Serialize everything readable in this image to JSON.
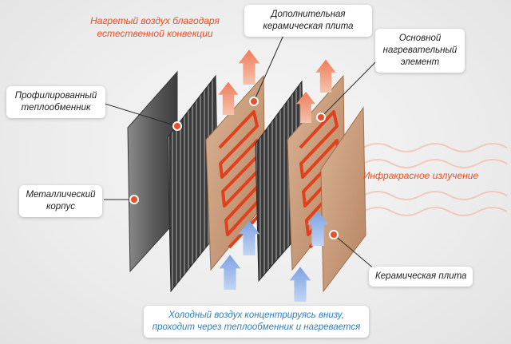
{
  "labels": {
    "heated_air": [
      "Нагретый воздух благодаря",
      "естественной конвекции"
    ],
    "extra_plate": [
      "Дополнительная",
      "керамическая плита"
    ],
    "main_element": [
      "Основной",
      "нагревательный",
      "элемент"
    ],
    "heat_exchanger": [
      "Профилированный",
      "теплообменник"
    ],
    "metal_case": [
      "Металлический",
      "корпус"
    ],
    "infrared": "Инфракрасное излучение",
    "ceramic_plate": "Керамическая плита",
    "cold_air": [
      "Холодный воздух концентрируясь внизу,",
      "проходит через теплообменник и нагревается"
    ]
  },
  "icons": {
    "up_arrow_warm": "arrow-up-warm-icon",
    "up_arrow_cold": "arrow-up-cold-icon",
    "marker": "marker-dot-icon",
    "wave": "infrared-wave-icon"
  },
  "colors": {
    "accent_red": "#e8502a",
    "warm_text": "#e8502a",
    "cold_text": "#2f7fc1",
    "warm_arrow": "#f39a7d",
    "cold_arrow": "#8fb2ea",
    "heating_coil": "#e0401c",
    "ceramic": "#c69a7b",
    "metal": "#565656",
    "callout_bg": "#ffffff"
  }
}
